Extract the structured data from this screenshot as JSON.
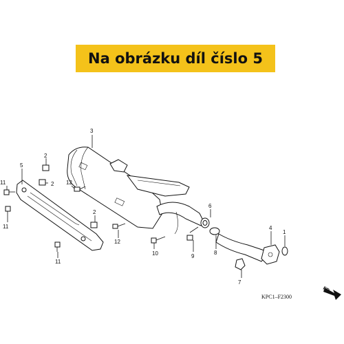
{
  "banner": {
    "text": "Na obrázku díl číslo 5",
    "background": "#f4c21a"
  },
  "diagram": {
    "code": "KPC1–F2300",
    "direction_label": "FR.",
    "callouts": [
      "1",
      "2",
      "2",
      "2",
      "3",
      "4",
      "5",
      "6",
      "7",
      "8",
      "9",
      "10",
      "11",
      "11",
      "11",
      "12",
      "12"
    ]
  }
}
